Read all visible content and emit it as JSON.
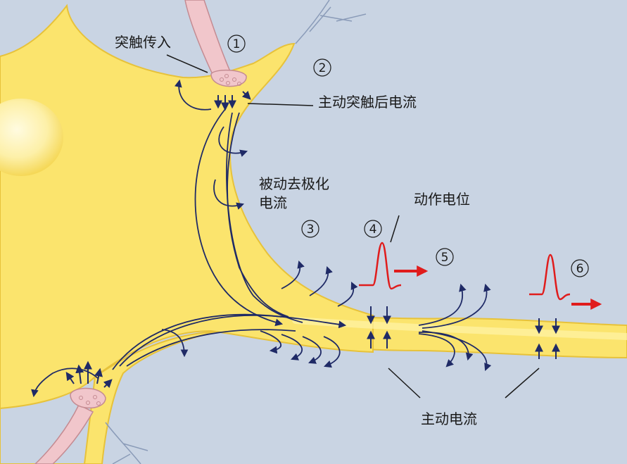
{
  "labels": {
    "synaptic_input": "突触传入",
    "active_postsynaptic_current": "主动突触后电流",
    "passive_depolarization_line1": "被动去极化",
    "passive_depolarization_line2": "电流",
    "action_potential": "动作电位",
    "active_current": "主动电流"
  },
  "markers": [
    "1",
    "2",
    "3",
    "4",
    "5",
    "6"
  ],
  "colors": {
    "background": "#c9d4e3",
    "cell": "#fbe46d",
    "cell_edge": "#e7c23a",
    "synapse": "#f1c6cb",
    "current_arrow": "#1f2a66",
    "action_potential": "#e01c1c"
  }
}
